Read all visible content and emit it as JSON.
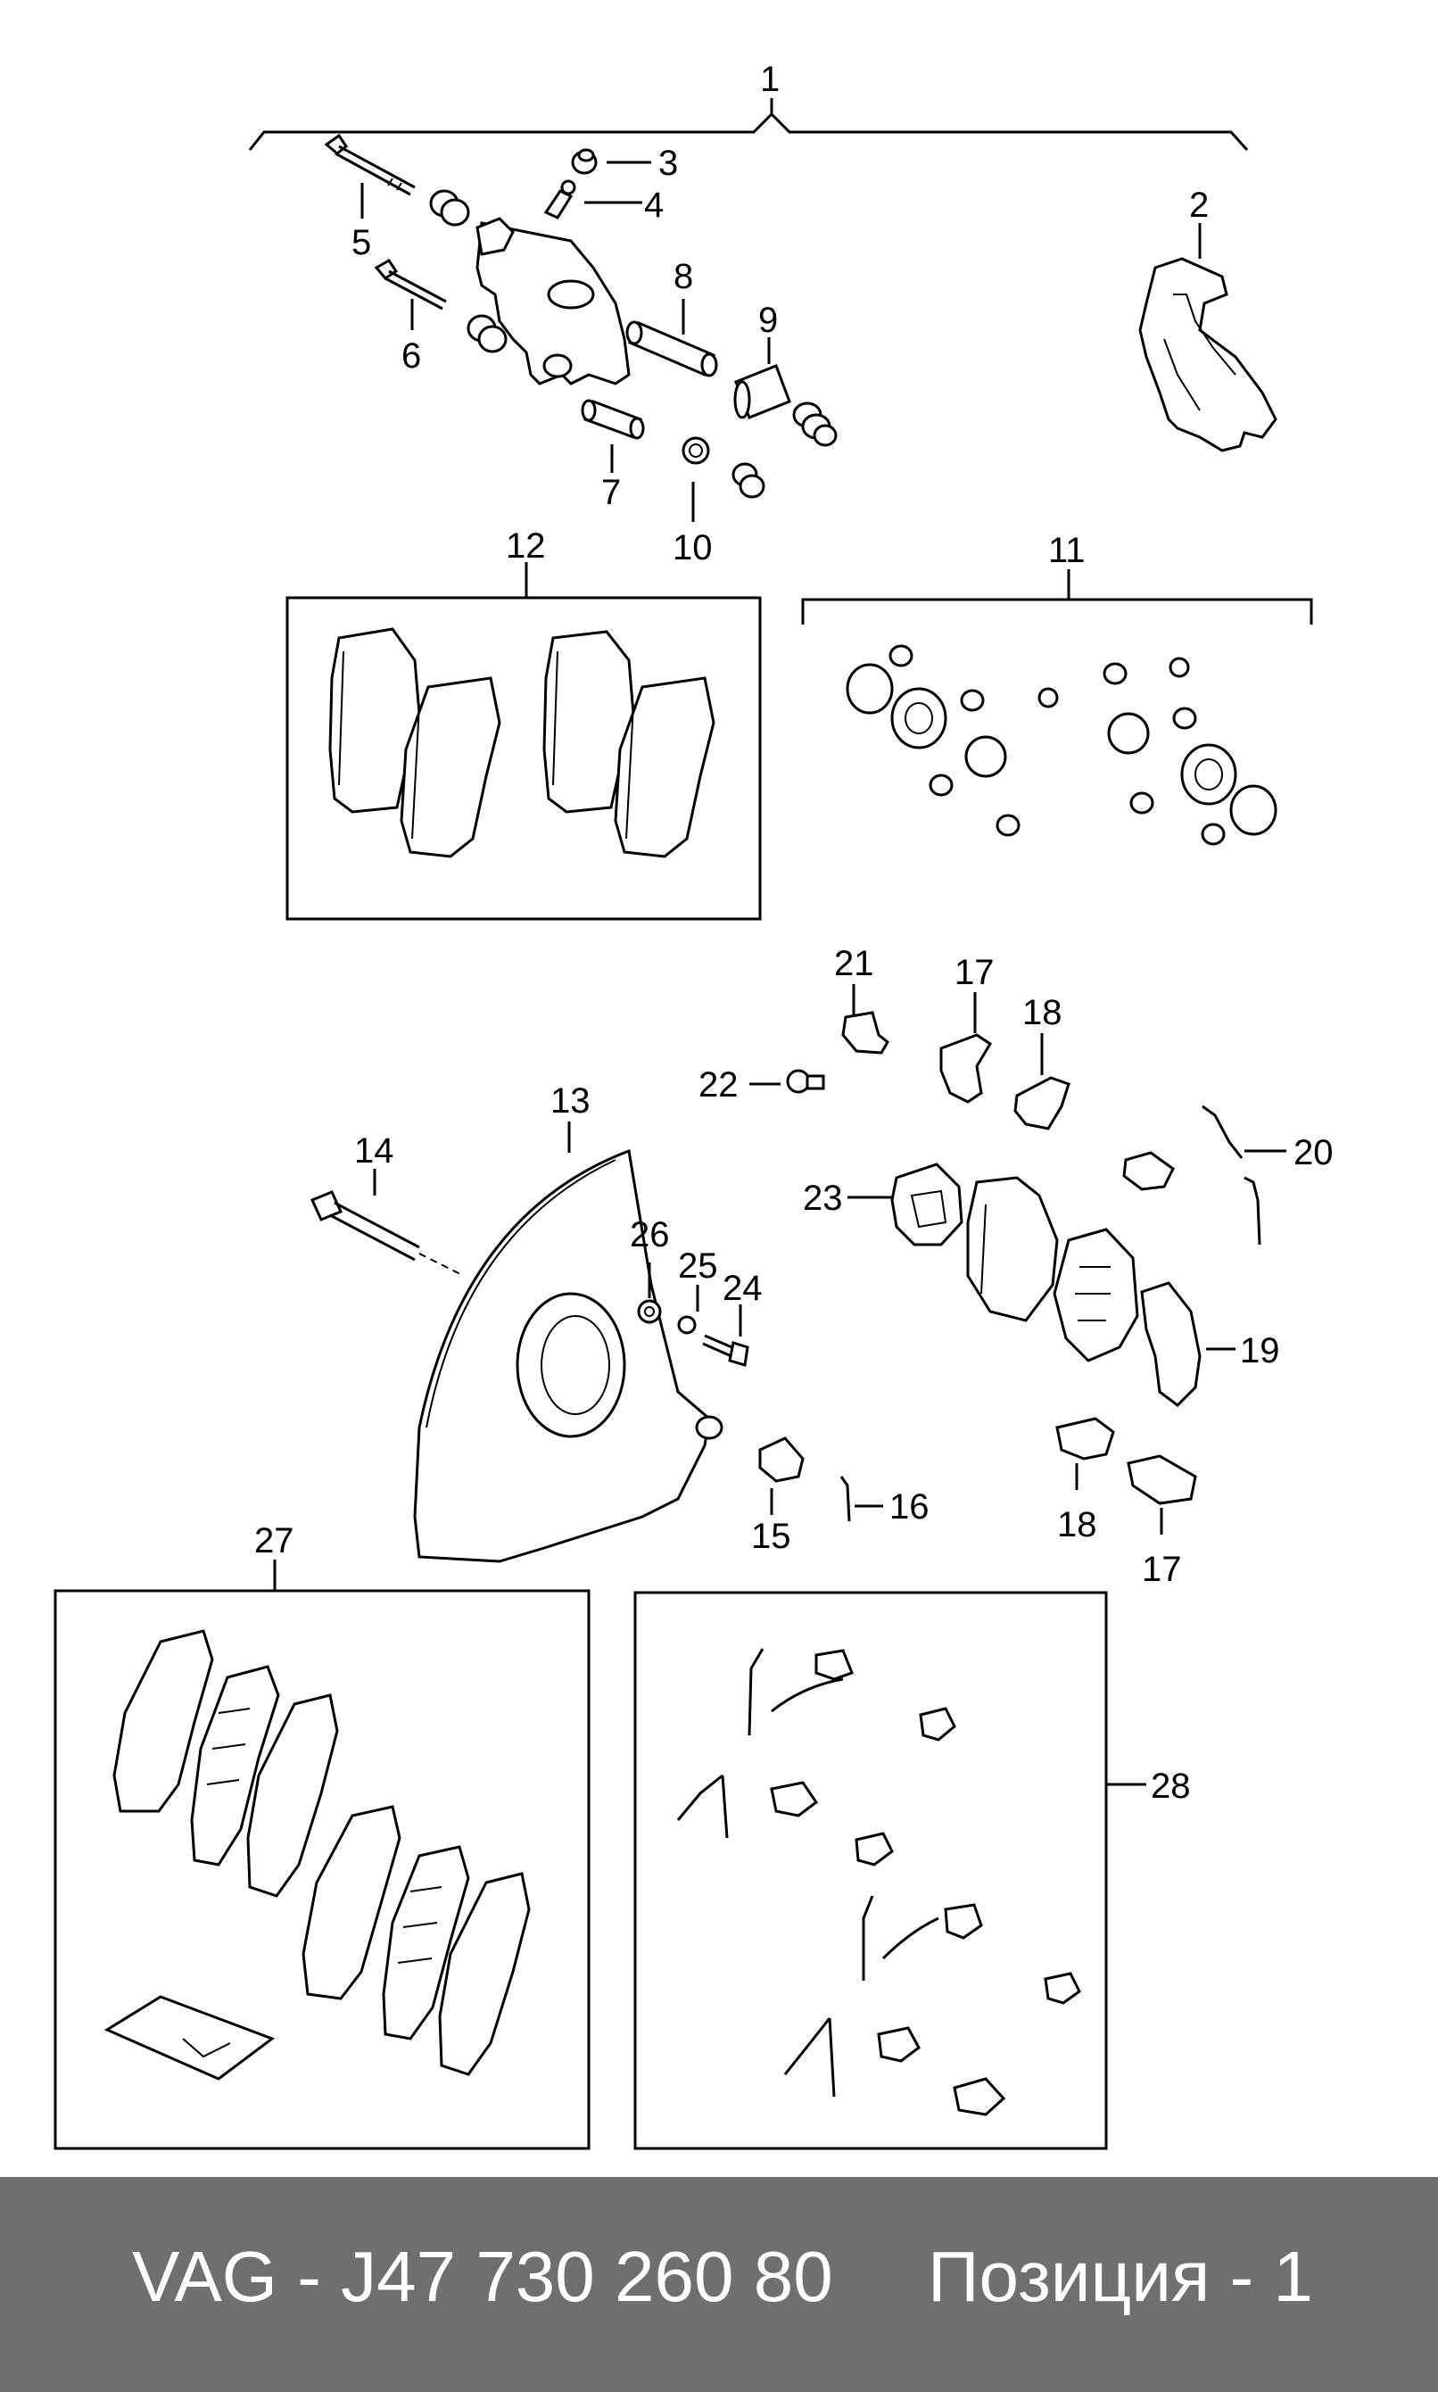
{
  "callouts": {
    "c1": "1",
    "c2": "2",
    "c3": "3",
    "c4": "4",
    "c5": "5",
    "c6": "6",
    "c7": "7",
    "c8": "8",
    "c9": "9",
    "c10": "10",
    "c11": "11",
    "c12": "12",
    "c13": "13",
    "c14": "14",
    "c15": "15",
    "c16": "16",
    "c17a": "17",
    "c17b": "17",
    "c18a": "18",
    "c18b": "18",
    "c19": "19",
    "c20": "20",
    "c21": "21",
    "c22": "22",
    "c23": "23",
    "c24": "24",
    "c25": "25",
    "c26": "26",
    "c27": "27",
    "c28": "28"
  },
  "footer": {
    "part_number": "VAG - J47 730 260 80",
    "position": "Позиция - 1"
  },
  "colors": {
    "footer_background": "#6f6f6f",
    "footer_text": "#ffffff",
    "line": "#000000"
  }
}
